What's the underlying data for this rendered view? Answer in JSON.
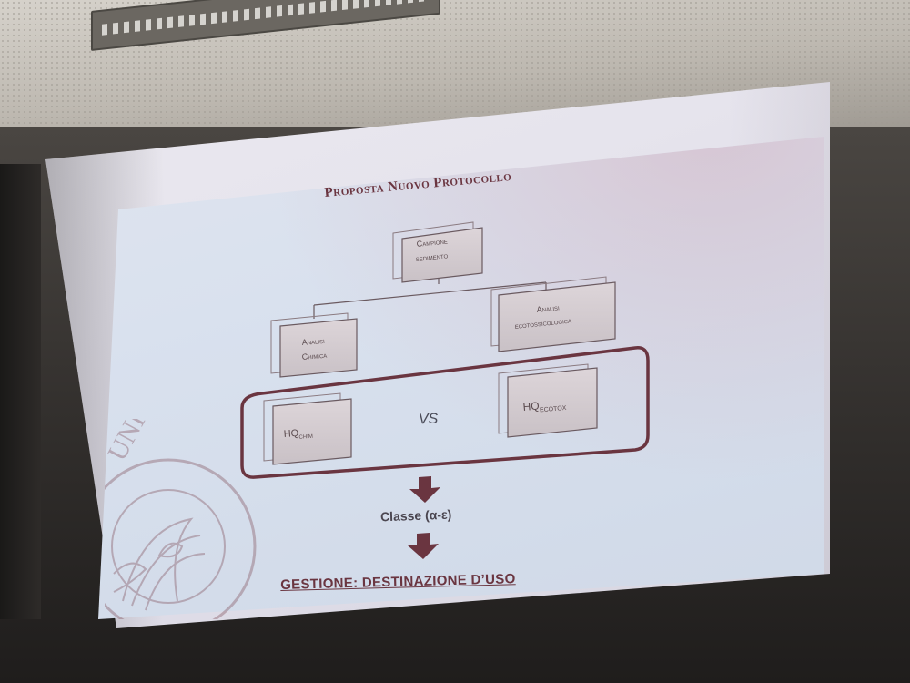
{
  "slide": {
    "title": "Proposta Nuovo Protocollo",
    "nodes": {
      "campione_line1": "Campione",
      "campione_line2": "sedimento",
      "chimica_line1": "Analisi",
      "chimica_line2": "Chimica",
      "ecotox_line1": "Analisi",
      "ecotox_line2": "ecotossicologica",
      "hq_chim_main": "HQ",
      "hq_chim_sub": "CHIM",
      "hq_ecotox_main": "HQ",
      "hq_ecotox_sub": "ECOTOX"
    },
    "vs": "VS",
    "classe": "Classe (α-ε)",
    "gestione": "GESTIONE: DESTINAZIONE D’USO",
    "watermark": "UNIVERSITAS"
  },
  "colors": {
    "accent": "#6a3540",
    "node_fill": "#d6cfd3",
    "arrow": "#6a3540"
  }
}
